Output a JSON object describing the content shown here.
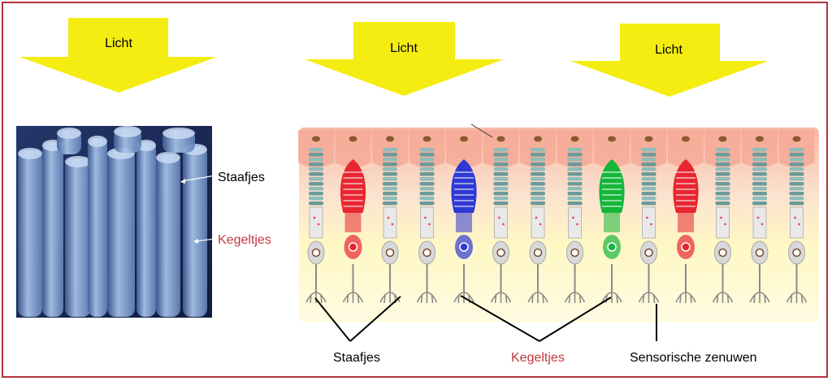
{
  "arrows": [
    {
      "label": "Licht"
    },
    {
      "label": "Licht"
    },
    {
      "label": "Licht"
    }
  ],
  "micrograph": {
    "rods_label": "Staafjes",
    "cones_label": "Kegeltjes"
  },
  "illustration": {
    "rods_label": "Staafjes",
    "cones_label": "Kegeltjes",
    "nerves_label": "Sensorische zenuwen",
    "cells": [
      "rod",
      "cone",
      "rod",
      "rod",
      "cone",
      "rod",
      "rod",
      "rod",
      "cone",
      "rod",
      "cone",
      "rod",
      "rod",
      "rod"
    ],
    "cone_colors": [
      "#e8262f",
      "#2f39d4",
      "#15b63a",
      "#e8262f"
    ]
  },
  "colors": {
    "arrow": "#f5ec12",
    "frame": "#b0343a",
    "label_red": "#c0393f",
    "micrograph_bg": "#1a2a55"
  }
}
